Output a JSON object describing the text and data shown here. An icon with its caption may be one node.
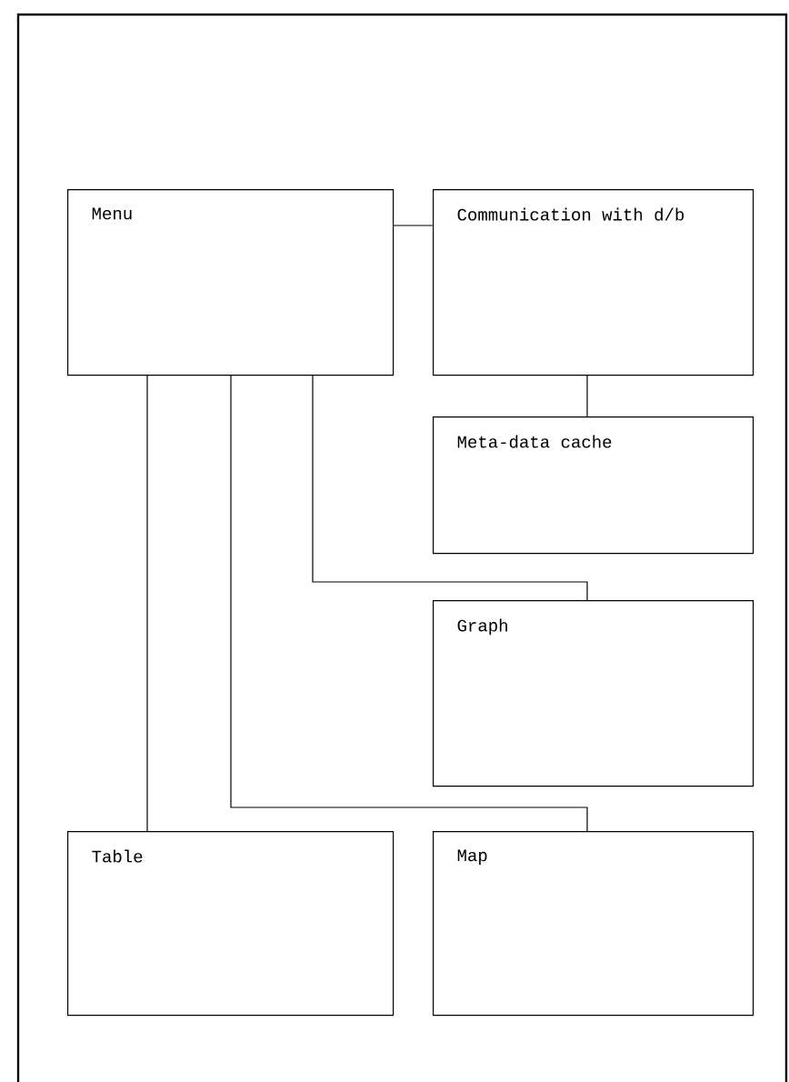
{
  "diagram": {
    "nodes": [
      {
        "text": [
          "Menu"
        ]
      },
      {
        "text": [
          "Communication with d/b"
        ]
      },
      {
        "text": [
          "Meta-data cache"
        ]
      },
      {
        "text": [
          "Graph"
        ]
      },
      {
        "text": [
          "Table"
        ]
      },
      {
        "text": [
          "Map"
        ]
      }
    ],
    "edges": [
      {
        "from": 0,
        "to": 1,
        "arrow": "none"
      },
      {
        "from": 1,
        "to": 2,
        "arrow": "none"
      },
      {
        "from": 0,
        "to": 3,
        "arrow": "none"
      },
      {
        "from": 0,
        "to": 5,
        "arrow": "none"
      },
      {
        "from": 0,
        "to": 4,
        "arrow": "none"
      }
    ]
  }
}
